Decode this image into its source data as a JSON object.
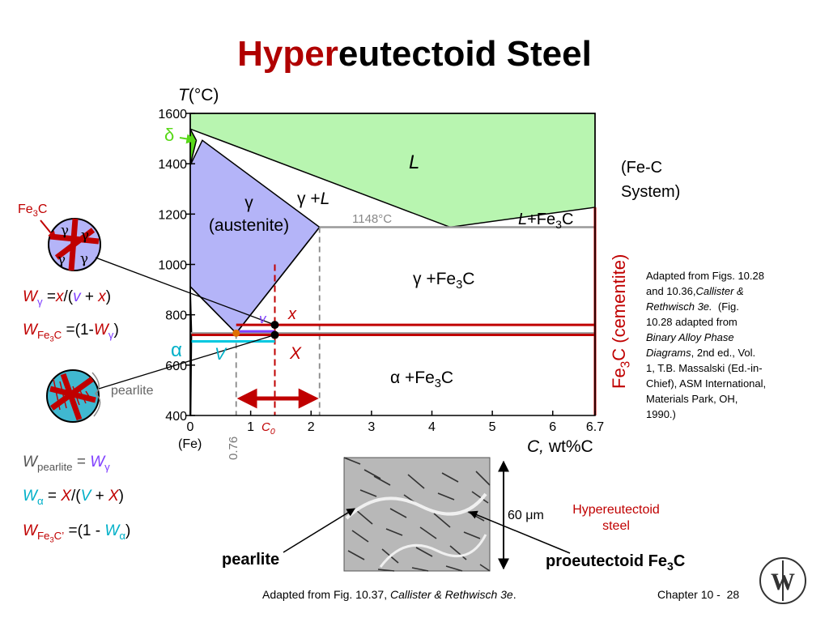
{
  "title": {
    "part1": "Hyper",
    "part2": "eutectoid Steel"
  },
  "colors": {
    "liquid": "#b8f5b0",
    "austenite": "#b4b4f8",
    "cementite_line": "#c00000",
    "alpha": "#00c8e0",
    "red": "#c00000",
    "purple": "#8040ff",
    "orange": "#e07000"
  },
  "chart_data": {
    "type": "phase-diagram",
    "xlabel_var": "C,",
    "xlabel_unit": "wt%C",
    "ylabel_var": "T",
    "ylabel_unit": "(°C)",
    "xlim": [
      0,
      6.7
    ],
    "ylim": [
      400,
      1600
    ],
    "x_ticks": [
      "0",
      "1",
      "2",
      "3",
      "4",
      "5",
      "6",
      "6.7"
    ],
    "y_ticks": [
      "400",
      "600",
      "800",
      "1000",
      "1200",
      "1400",
      "1600"
    ],
    "x_special_label": "(Fe)",
    "phase_regions": [
      {
        "name": "L",
        "color": "#b8f5b0",
        "points": [
          [
            0,
            1600
          ],
          [
            0,
            1538
          ],
          [
            0.5,
            1493
          ],
          [
            4.3,
            1148
          ],
          [
            6.7,
            1227
          ],
          [
            6.7,
            1600
          ]
        ]
      },
      {
        "name": "delta",
        "color": "#58d818",
        "points": [
          [
            0,
            1538
          ],
          [
            0.1,
            1493
          ],
          [
            0,
            1394
          ]
        ]
      },
      {
        "name": "gamma (austenite)",
        "color": "#b4b4f8",
        "points": [
          [
            0,
            1394
          ],
          [
            0.2,
            1493
          ],
          [
            2.14,
            1148
          ],
          [
            0.76,
            727
          ],
          [
            0,
            912
          ]
        ]
      },
      {
        "name": "alpha",
        "color": "#00c8e0",
        "points": [
          [
            0,
            912
          ],
          [
            0.022,
            727
          ],
          [
            0.008,
            400
          ],
          [
            0,
            400
          ]
        ]
      }
    ],
    "eutectic": {
      "T": 1148,
      "x_from": 2.14,
      "x_to": 6.7,
      "label": "1148°C"
    },
    "eutectoid": {
      "T": 727,
      "x_from": 0,
      "x_to": 6.7
    },
    "eutectoid_composition": {
      "value": 0.76,
      "label": "0.76"
    },
    "composition_C0": {
      "value": 1.4,
      "label_main": "C",
      "label_sub": "0"
    },
    "tie_lines": [
      {
        "T": 760,
        "x_from": 0.76,
        "x_to": 6.7,
        "upper_label": "x",
        "lower_label": "v"
      },
      {
        "T": 720,
        "x_from": 0.022,
        "x_to": 6.7,
        "upper_label": "X",
        "lower_label": "V"
      }
    ],
    "phase_labels": [
      {
        "text": "L",
        "x": 3.7,
        "T": 1420
      },
      {
        "text_prefix": "γ +",
        "text_main": "L",
        "x": 2.1,
        "T": 1260
      },
      {
        "text_prefix": "γ",
        "text_line2": "(austenite)",
        "x": 0.85,
        "T": 1200
      },
      {
        "text_main": "L",
        "text_rest": "+Fe",
        "text_sub": "3",
        "text_end": "C",
        "x": 5.7,
        "T": 1170
      },
      {
        "text": "γ +Fe",
        "text_sub": "3",
        "text_end": "C",
        "x": 4.2,
        "T": 950
      },
      {
        "text": "α +Fe",
        "text_sub": "3",
        "text_end": "C",
        "x": 4.2,
        "T": 600
      }
    ],
    "delta_label": "δ",
    "alpha_label": "α",
    "cementite_label_main": "Fe",
    "cementite_label_sub": "3",
    "cementite_label_end": "C (cementite)"
  },
  "system_label": {
    "line1": "(Fe-C",
    "line2": "System)"
  },
  "adapted_note": {
    "l1": "Adapted from Figs. 10.28",
    "l2a": "and 10.36,",
    "l2b": "Callister &",
    "l3a": "Rethwisch 3e.",
    "l3b": "(Fig.",
    "l4": "10.28 adapted from",
    "l5": "Binary Alloy Phase",
    "l6a": "Diagrams",
    "l6b": ", 2nd ed., Vol.",
    "l7": "1, T.B. Massalski (Ed.-in-",
    "l8": "Chief), ASM International,",
    "l9": "Materials Park, OH,",
    "l10": "1990.)"
  },
  "micro_top": {
    "label_main": "Fe",
    "label_sub": "3",
    "label_end": "C",
    "gamma": "γ"
  },
  "micro_pearlite": {
    "label": "pearlite"
  },
  "formulas": {
    "w_gamma": {
      "W": "W",
      "sub": "γ",
      "eq": "=",
      "x": "x",
      "slash": "/(",
      "v": "v",
      "plus": "+",
      "x2": "x",
      "close": ")"
    },
    "w_fe3c": {
      "W": "W",
      "sub_main": "Fe",
      "sub_sub": "3",
      "sub_end": "C",
      "eq": "=(1-",
      "W2": "W",
      "sub2": "γ",
      "close": ")"
    },
    "w_pearlite": {
      "W": "W",
      "sub": "pearlite",
      "eq": "=",
      "W2": "W",
      "sub2": "γ"
    },
    "w_alpha": {
      "W": "W",
      "sub": "α",
      "eq": "=",
      "X": "X",
      "slash": "/(",
      "V": "V",
      "plus": "+",
      "X2": "X",
      "close": ")"
    },
    "w_fe3c_prime": {
      "W": "W",
      "sub_main": "Fe",
      "sub_sub": "3",
      "sub_end": "C’",
      "eq": "=(1 -",
      "W2": "W",
      "sub2": "α",
      "close": ")"
    }
  },
  "micrograph": {
    "scale_main": "60",
    "scale_unit": "μm",
    "caption_line1": "Hypereutectoid",
    "caption_line2": "steel",
    "label_pearlite": "pearlite",
    "label_pro_main": "proeutectoid Fe",
    "label_pro_sub": "3",
    "label_pro_end": "C"
  },
  "footer": {
    "adapted_a": "Adapted from Fig. 10.37,",
    "adapted_b": "Callister & Rethwisch 3e",
    "adapted_c": ".",
    "chapter": "Chapter 10 -",
    "page": "28"
  }
}
